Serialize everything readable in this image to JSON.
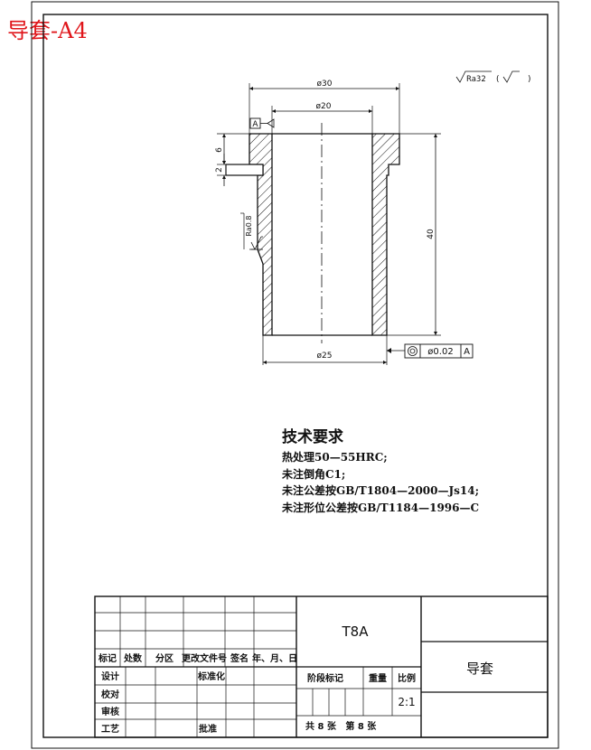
{
  "caption": "导套-A4",
  "roughness_note": {
    "general": "Ra32",
    "paren_open": "(",
    "paren_close": ")"
  },
  "dimensions": {
    "outer_dia": "ø30",
    "inner_dia": "ø20",
    "bottom_dia": "ø25",
    "height": "40",
    "top_step": "6",
    "groove": "2",
    "wall_roughness": "Ra0.8"
  },
  "datum": {
    "letter": "A"
  },
  "tolerance": {
    "symbol": "◎",
    "value": "ø0.02",
    "datum": "A"
  },
  "tech_requirements": {
    "title": "技术要求",
    "lines": [
      "热处理50—55HRC;",
      "未注倒角C1;",
      "未注公差按GB/T1804—2000—Js14;",
      "未注形位公差按GB/T1184—1996—C"
    ]
  },
  "title_block": {
    "material": "T8A",
    "part_name": "导套",
    "scale": "2:1",
    "headers": [
      "标记",
      "处数",
      "分区",
      "更改文件号",
      "签名",
      "年、月、日"
    ],
    "roles": [
      "设计",
      "校对",
      "审核",
      "工艺"
    ],
    "standardization": "标准化",
    "approval": "批准",
    "stage_mark": "阶段标记",
    "weight": "重量",
    "scale_label": "比例",
    "sheets": "共 8 张   第 8 张"
  }
}
